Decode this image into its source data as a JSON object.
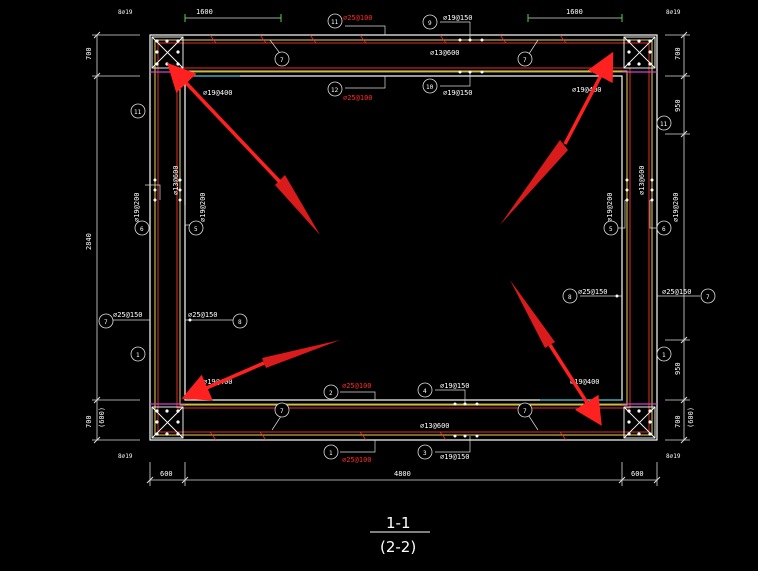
{
  "dims": {
    "top_left": "1600",
    "top_right": "1600",
    "left_top": "700",
    "left_total": "2840",
    "left_bottom": "700",
    "left_bottom_alt": "(600)",
    "right_top": "700",
    "right_950_top": "950",
    "right_950_bottom": "950",
    "right_bottom": "700",
    "right_bottom_alt": "(600)",
    "bottom_left": "600",
    "bottom_mid": "4800",
    "bottom_right": "600"
  },
  "corner_labels": [
    "8⌀19",
    "8⌀19",
    "8⌀19",
    "8⌀19"
  ],
  "top": {
    "rebar_top": "⌀25@100",
    "rebar_bottom": "⌀25@100",
    "rebar_9": "⌀19@150",
    "rebar_13": "⌀13@600",
    "rebar_10": "⌀19@150",
    "left_inner": "⌀19@400",
    "right_inner": "⌀19@400"
  },
  "bottom": {
    "rebar_top": "⌀25@100",
    "rebar_bottom": "⌀25@100",
    "rebar_4": "⌀19@150",
    "rebar_13": "⌀13@600",
    "rebar_3": "⌀19@150",
    "left_inner": "⌀19@400",
    "right_inner": "⌀19@400"
  },
  "left": {
    "v13": "⌀13@600",
    "v19a": "⌀19@200",
    "v19b": "⌀19@200",
    "rebar_outer": "⌀25@150",
    "rebar_inner": "⌀25@150"
  },
  "right": {
    "v13": "⌀13@600",
    "v19a": "⌀19@200",
    "v19b": "⌀19@200",
    "rebar_inner": "⌀25@150",
    "rebar_outer": "⌀25@150"
  },
  "bubbles": {
    "n1": "1",
    "n2": "2",
    "n3": "3",
    "n4": "4",
    "n5": "5",
    "n6": "6",
    "n7": "7",
    "n8": "8",
    "n9": "9",
    "n10": "10",
    "n11": "11",
    "n12": "12"
  },
  "section": {
    "title": "1-1",
    "subtitle": "(2-2)"
  }
}
